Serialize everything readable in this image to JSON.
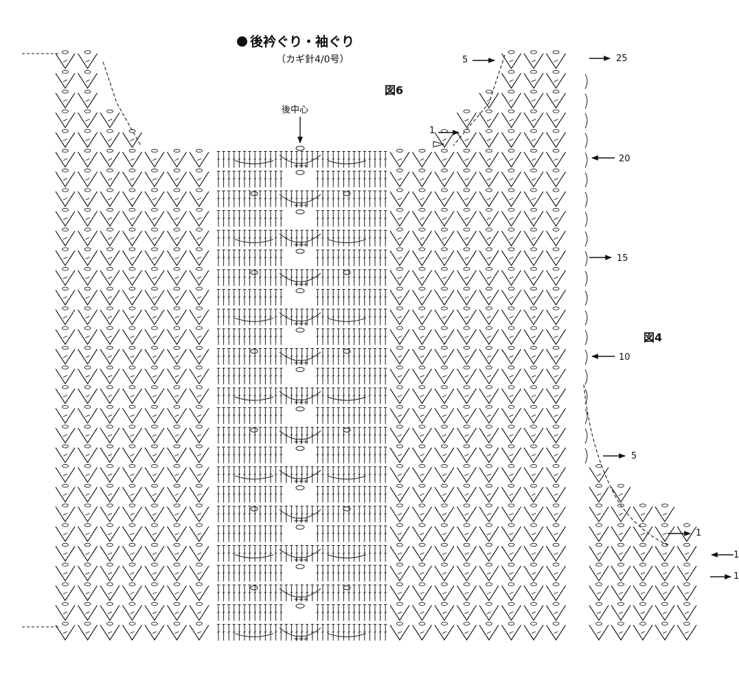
{
  "title": "後衿ぐり・袖ぐり",
  "subtitle": "（カギ針4/0号）",
  "figure_labels": {
    "left": "図6",
    "right": "図4"
  },
  "center_label": "後中心",
  "row_markers": {
    "top_right_start": "5",
    "top_right_end": "25",
    "neck_start": "1",
    "r20": "20",
    "r15": "15",
    "r10": "10",
    "r5": "5",
    "bottom_a": "1",
    "bottom_b": "1",
    "bottom_c": "1"
  },
  "colors": {
    "ink": "#1a1a1a",
    "background": "#ffffff"
  }
}
